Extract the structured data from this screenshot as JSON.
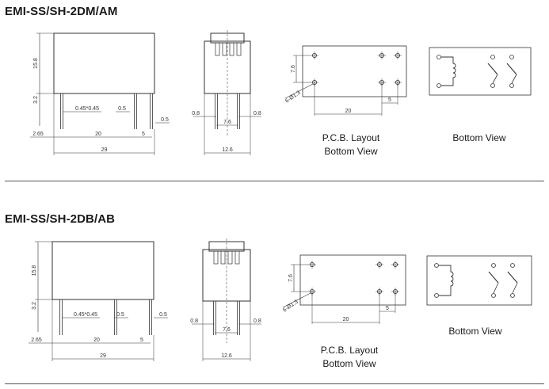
{
  "sections": [
    {
      "title": "EMI-SS/SH-2DM/AM",
      "dims": {
        "height": "15.8",
        "pin_len": "3.2",
        "pin_size": "0.45*0.45",
        "pitch_a": "0.5",
        "pitch_b": "0.5",
        "offset": "2.65",
        "span": "20",
        "gap": "5",
        "length": "29",
        "side_left": "0.8",
        "side_right": "0.8",
        "side_pitch": "7.6",
        "width": "12.6",
        "pcb_row": "7.6",
        "pcb_hole": "6-Ø1.3",
        "pcb_span": "20",
        "pcb_gap": "5"
      },
      "pcb_caption": [
        "P.C.B.  Layout",
        "Bottom View"
      ],
      "bottom_caption": "Bottom  View"
    },
    {
      "title": "EMI-SS/SH-2DB/AB",
      "dims": {
        "height": "15.8",
        "pin_len": "3.2",
        "pin_size": "0.45*0.45",
        "pitch_a": "0.5",
        "pitch_b": "0.5",
        "offset": "2.65",
        "span": "20",
        "gap": "5",
        "length": "29",
        "side_left": "0.8",
        "side_right": "0.8",
        "side_pitch": "7.6",
        "width": "12.6",
        "pcb_row": "7.6",
        "pcb_hole": "6-Ø1.3",
        "pcb_span": "20",
        "pcb_gap": "5"
      },
      "pcb_caption": [
        "P.C.B.  Layout",
        "Bottom View"
      ],
      "bottom_caption": "Bottom  View"
    }
  ]
}
